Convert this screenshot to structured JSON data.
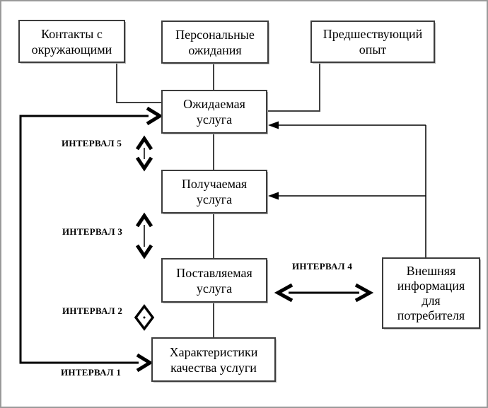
{
  "boxes": {
    "contacts": {
      "label": "Контакты с\nокружающими"
    },
    "personal": {
      "label": "Персональные\nожидания"
    },
    "experience": {
      "label": "Предшествующий\nопыт"
    },
    "expected": {
      "label": "Ожидаемая\nуслуга"
    },
    "received": {
      "label": "Получаемая\nуслуга"
    },
    "delivered": {
      "label": "Поставляемая\nуслуга"
    },
    "quality": {
      "label": "Характеристики\nкачества услуги"
    },
    "external": {
      "label": "Внешняя\nинформация\nдля\nпотребителя"
    }
  },
  "gaps": {
    "gap5": "ИНТЕРВАЛ 5",
    "gap3": "ИНТЕРВАЛ 3",
    "gap2": "ИНТЕРВАЛ 2",
    "gap1": "ИНТЕРВАЛ 1",
    "gap4": "ИНТЕРВАЛ 4"
  },
  "colors": {
    "background": "#ffffff",
    "frame_border": "#9a9a9a",
    "box_border": "#3c3c3c",
    "connector_line": "#404040",
    "arrow_black": "#000000"
  }
}
